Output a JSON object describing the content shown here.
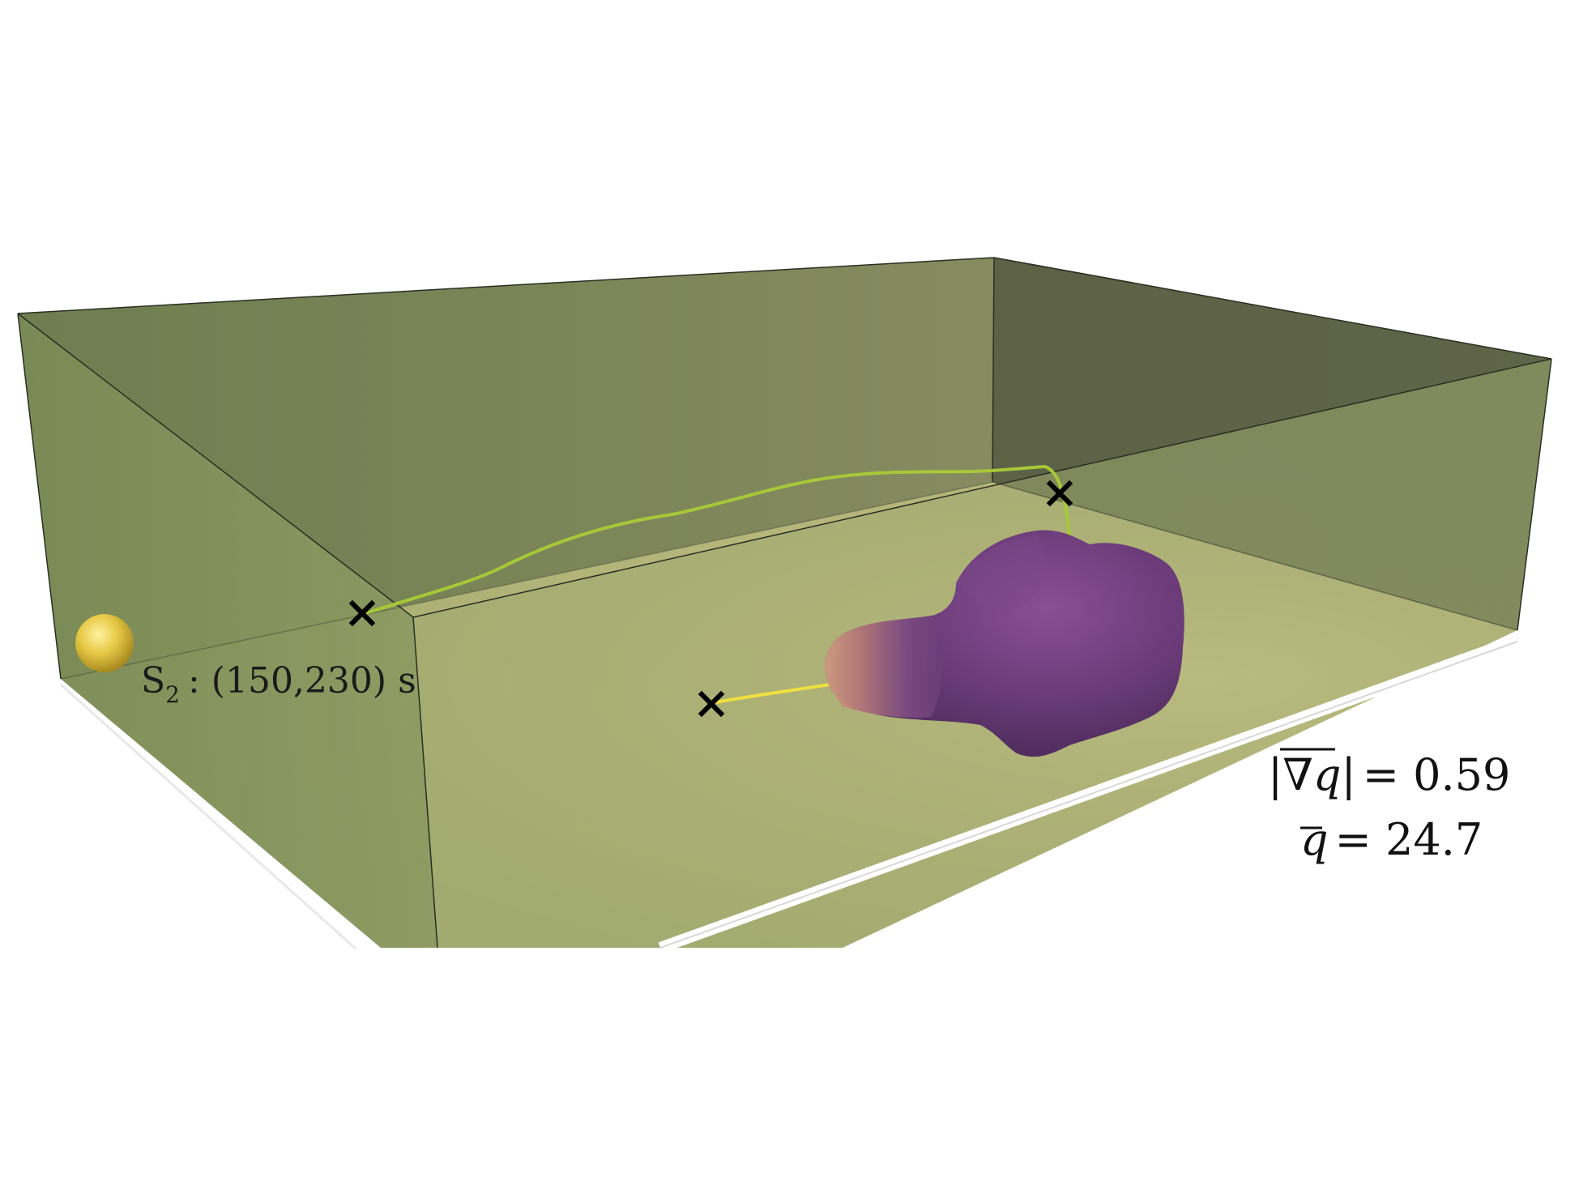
{
  "source": {
    "name": "S",
    "subscript": "2",
    "range_text": ": (150,230) s"
  },
  "stats": {
    "grad_label": "∇q",
    "grad_value": "= 0.59",
    "mean_label": "q",
    "mean_value": "= 24.7"
  },
  "colors": {
    "box_wall_left": "#7a8a57",
    "box_wall_back": "#6f7f52",
    "box_wall_right": "#5e6448",
    "box_floor": "#a4ad72",
    "floor_highlight": "#d2c98a",
    "plume": "#6a3d78",
    "plume_tip": "#c49078",
    "source_sphere": "#e6c84a",
    "path_green": "#a8c838",
    "path_yellow": "#f0e040",
    "marker": "#000000"
  },
  "markers": [
    "start-marker",
    "mid-marker",
    "end-marker"
  ]
}
